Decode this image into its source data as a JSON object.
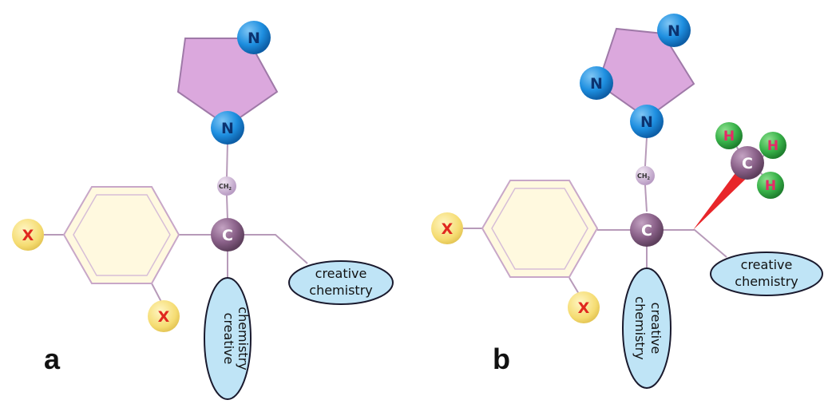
{
  "panels": {
    "a": {
      "label": "a",
      "n_top": "N",
      "n_link": "N",
      "ch2": "CH",
      "ch2_sub": "2",
      "carbon": "C",
      "x_left": "X",
      "x_bottom": "X",
      "bubble_right": [
        "creative",
        "chemistry"
      ],
      "bubble_down": [
        "creative",
        "chemistry"
      ]
    },
    "b": {
      "label": "b",
      "n_top": "N",
      "n_left": "N",
      "n_link": "N",
      "ch2": "CH",
      "ch2_sub": "2",
      "carbon": "C",
      "methyl_c": "C",
      "h1": "H",
      "h2": "H",
      "h3": "H",
      "x_left": "X",
      "x_bottom": "X",
      "bubble_right": [
        "creative",
        "chemistry"
      ],
      "bubble_down": [
        "creative",
        "chemistry"
      ]
    }
  },
  "colors": {
    "ring_pink": "#dba8dd",
    "ring_pink_stroke": "#9f79a8",
    "benzene_fill": "#fff9df",
    "benzene_stroke": "#c8a7c8",
    "bond": "#b79ab9",
    "nitrogen": "#1e8fe0",
    "nitrogen_text": "#0b3370",
    "carbon": "#8a6189",
    "carbon_text": "#ffffff",
    "ch2": "#cdb5d6",
    "halogen": "#f5dc72",
    "halogen_text": "#e0281f",
    "hydrogen": "#39b34a",
    "hydrogen_text": "#e62a66",
    "bubble_fill": "#bfe4f6",
    "bubble_stroke": "#1a1a2e",
    "wedge": "#e8262a"
  }
}
